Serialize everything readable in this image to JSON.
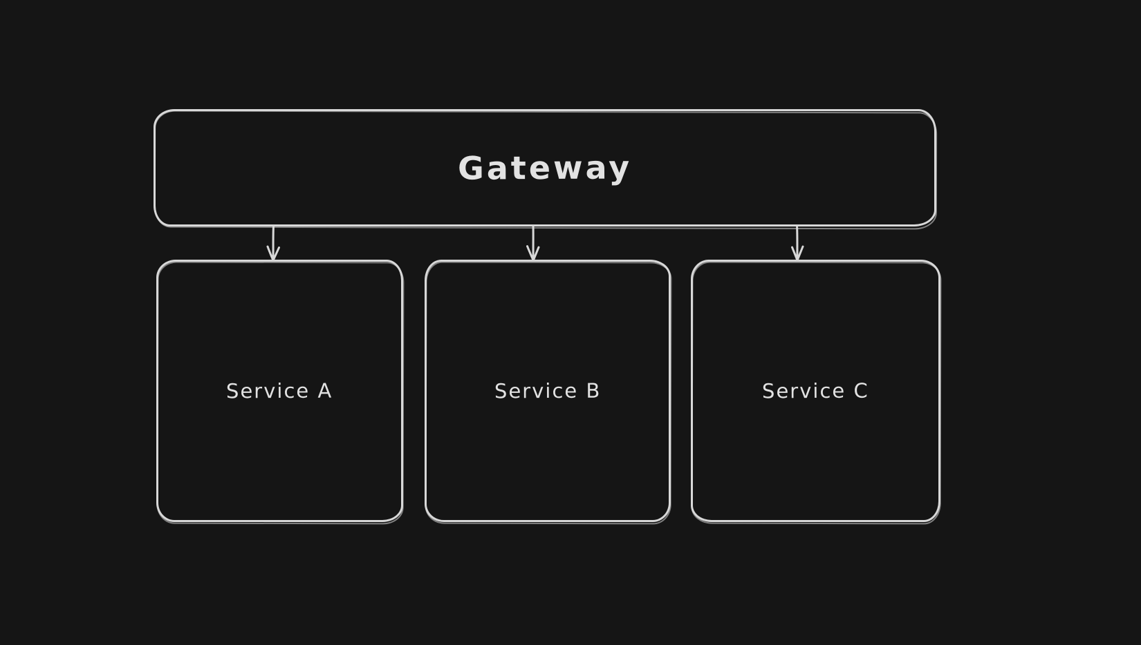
{
  "theme": {
    "background": "#151515",
    "stroke_color": "#d8d8d8",
    "text_color": "#e2e2e2"
  },
  "diagram": {
    "type": "flowchart",
    "gateway": {
      "label": "Gateway"
    },
    "services": [
      {
        "label": "Service A"
      },
      {
        "label": "Service B"
      },
      {
        "label": "Service C"
      }
    ],
    "connections": [
      {
        "from": "Gateway",
        "to": "Service A"
      },
      {
        "from": "Gateway",
        "to": "Service B"
      },
      {
        "from": "Gateway",
        "to": "Service C"
      }
    ]
  }
}
